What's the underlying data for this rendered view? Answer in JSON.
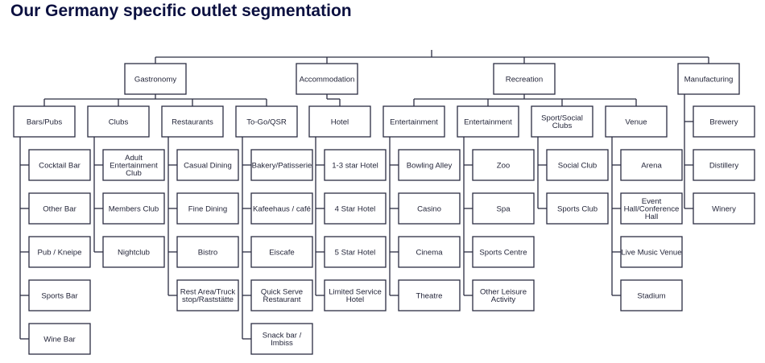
{
  "title": "Our Germany specific outlet segmentation",
  "colors": {
    "title": "#0b1040",
    "line": "#2b2d42",
    "text": "#24263a",
    "box_fill": "#ffffff"
  },
  "tree": {
    "categories": [
      {
        "label": "Gastronomy",
        "subcategories": [
          {
            "label": "Bars/Pubs",
            "items": [
              "Cocktail Bar",
              "Other Bar",
              "Pub / Kneipe",
              "Sports Bar",
              "Wine Bar"
            ]
          },
          {
            "label": "Clubs",
            "items": [
              "Adult Entertainment Club",
              "Members Club",
              "Nightclub"
            ]
          },
          {
            "label": "Restaurants",
            "items": [
              "Casual Dining",
              "Fine Dining",
              "Bistro",
              "Rest Area/Truck stop/Raststätte"
            ]
          },
          {
            "label": "To-Go/QSR",
            "items": [
              "Bakery/Patisserie",
              "Kafeehaus / café",
              "Eiscafe",
              "Quick Serve Restaurant",
              "Snack bar / Imbiss"
            ]
          }
        ]
      },
      {
        "label": "Accommodation",
        "subcategories": [
          {
            "label": "Hotel",
            "items": [
              "1-3 star Hotel",
              "4 Star Hotel",
              "5 Star Hotel",
              "Limited Service Hotel"
            ]
          }
        ]
      },
      {
        "label": "Recreation",
        "subcategories": [
          {
            "label": "Entertainment",
            "items": [
              "Bowling Alley",
              "Casino",
              "Cinema",
              "Theatre"
            ]
          },
          {
            "label": "Entertainment",
            "items": [
              "Zoo",
              "Spa",
              "Sports Centre",
              "Other Leisure Activity"
            ]
          },
          {
            "label": "Sport/Social Clubs",
            "items": [
              "Social Club",
              "Sports Club"
            ]
          },
          {
            "label": "Venue",
            "items": [
              "Arena",
              "Event Hall/Conference Hall",
              "Live Music Venue",
              "Stadium"
            ]
          }
        ]
      },
      {
        "label": "Manufacturing",
        "subcategories": [],
        "items": [
          "Brewery",
          "Distillery",
          "Winery"
        ]
      }
    ]
  }
}
